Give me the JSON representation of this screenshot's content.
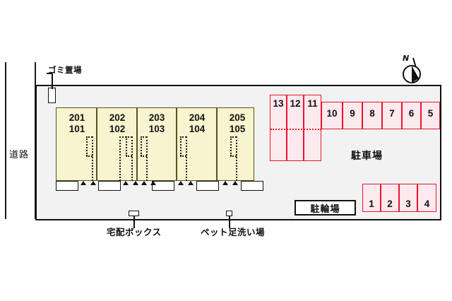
{
  "plan": {
    "title_road": "道路",
    "garbage_label": "ゴミ置場",
    "parking_label": "駐車場",
    "bicycle_label": "駐輪場",
    "delivery_label": "宅配ボックス",
    "petwash_label": "ペット足洗い場",
    "compass_letter": "N",
    "colors": {
      "site_fill": "#f2f2f2",
      "building_fill": "#f8f4cf",
      "building_stroke": "#55531f",
      "parking_fill": "#fde9ee",
      "parking_stroke": "#e8152f",
      "ink": "#111111"
    }
  },
  "units": [
    {
      "upper": "201",
      "lower": "101"
    },
    {
      "upper": "202",
      "lower": "102"
    },
    {
      "upper": "203",
      "lower": "103"
    },
    {
      "upper": "204",
      "lower": "104"
    },
    {
      "upper": "205",
      "lower": "105"
    }
  ],
  "parking": {
    "row_tall": [
      "13",
      "12",
      "11"
    ],
    "row_top": [
      "10",
      "9",
      "8",
      "7",
      "6",
      "5"
    ],
    "row_bottom": [
      "1",
      "2",
      "3",
      "4"
    ]
  },
  "icons": {
    "compass": "north-arrow-icon",
    "garbage": "garbage-marker-icon",
    "delivery": "delivery-box-marker-icon",
    "petwash": "pet-wash-marker-icon"
  }
}
